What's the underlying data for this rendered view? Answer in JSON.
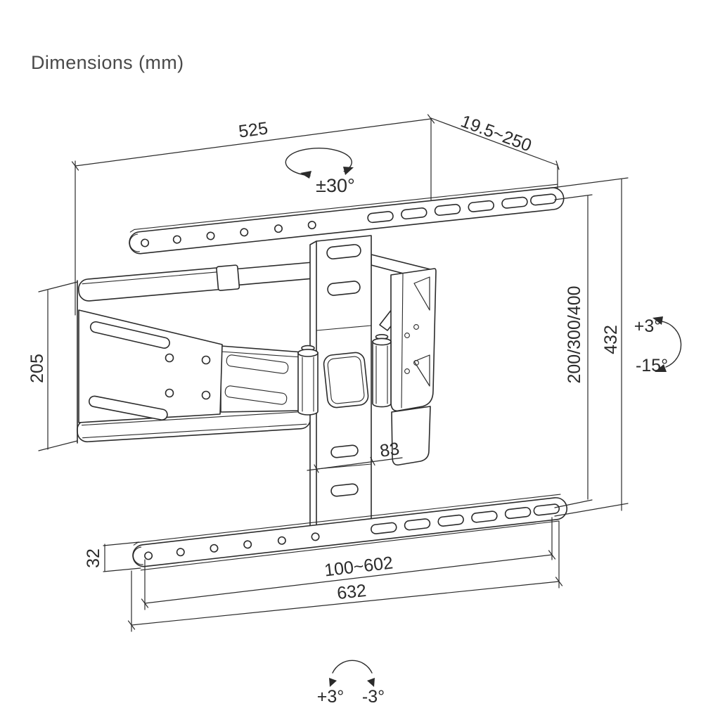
{
  "title": "Dimensions (mm)",
  "annotations": {
    "mount_width": "525",
    "wall_distance": "19.5~250",
    "swivel_range": "±30°",
    "bracket_height": "432",
    "vesa_vertical": "200/300/400",
    "tilt_up": "+3°",
    "tilt_down": "-15°",
    "wall_plate_height": "205",
    "column_width": "83",
    "rail_thickness": "32",
    "vesa_horizontal_range": "100~602",
    "rail_width": "632",
    "level_adjust_left": "+3°",
    "level_adjust_right": "-3°"
  },
  "colors": {
    "line": "#2b2b2b",
    "title_text": "#4a4a4a",
    "background": "#ffffff"
  }
}
